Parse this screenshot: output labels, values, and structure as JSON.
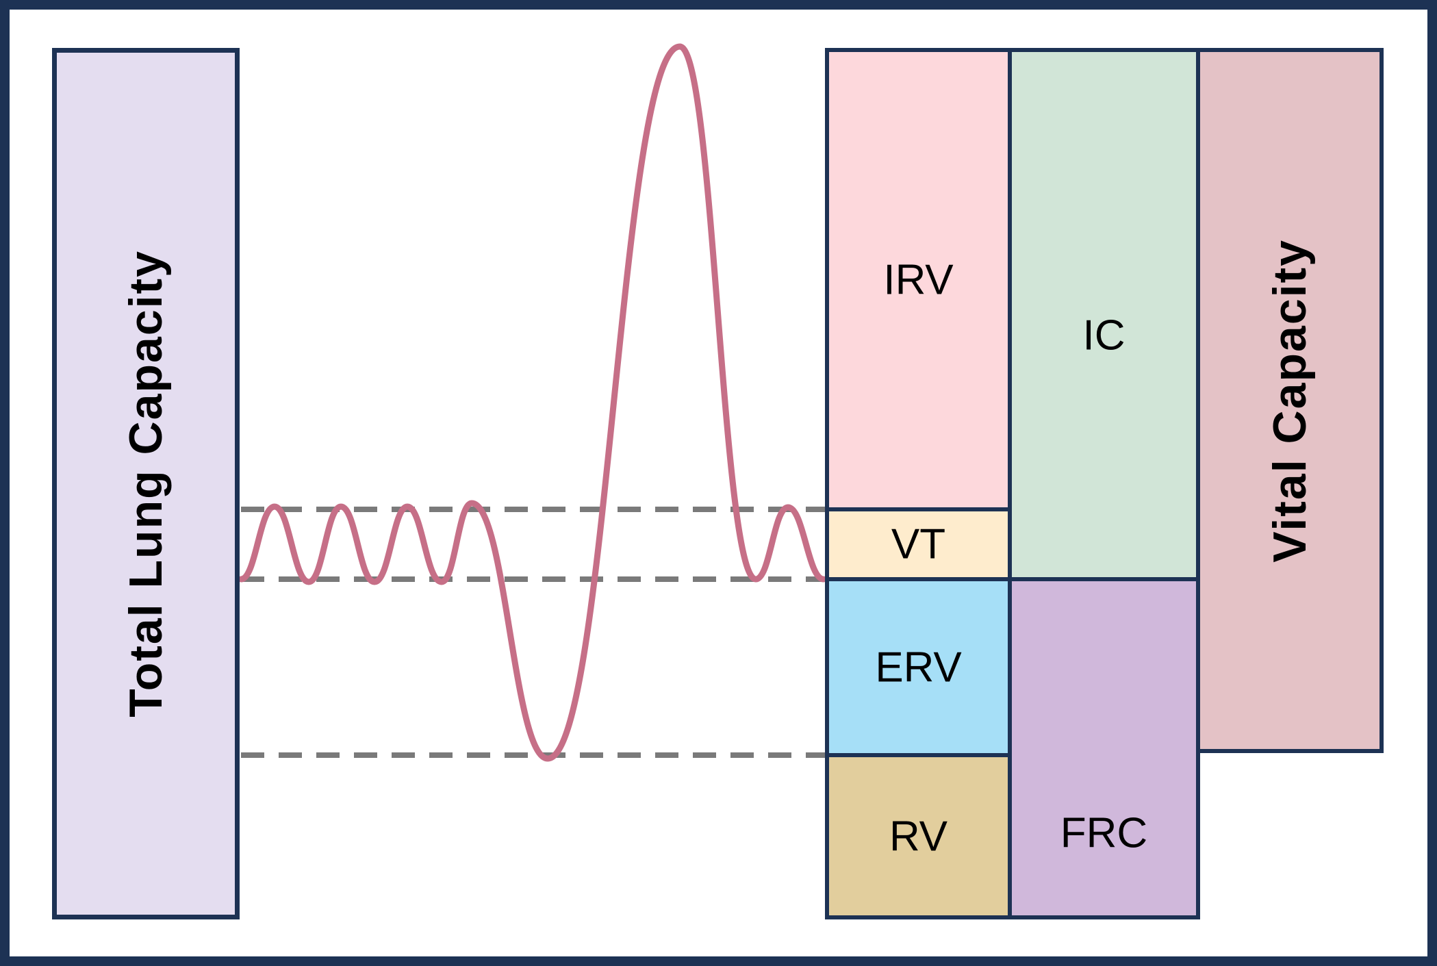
{
  "bars": {
    "tlc_label": "Total Lung Capacity",
    "vc_label": "Vital Capacity"
  },
  "volumes": {
    "irv": "IRV",
    "vt": "VT",
    "erv": "ERV",
    "rv": "RV",
    "ic": "IC",
    "frc": "FRC"
  },
  "colors": {
    "navy": "#1d3254",
    "lavender": "#e4ddf0",
    "pink": "#fdd8dc",
    "cream": "#feeccd",
    "blue": "#a6dff7",
    "tan": "#e2ce9d",
    "green": "#d1e5d7",
    "purple": "#d0b8db",
    "rose": "#e4c2c6",
    "gray": "#7a7a7a",
    "curve": "#c66f87"
  }
}
